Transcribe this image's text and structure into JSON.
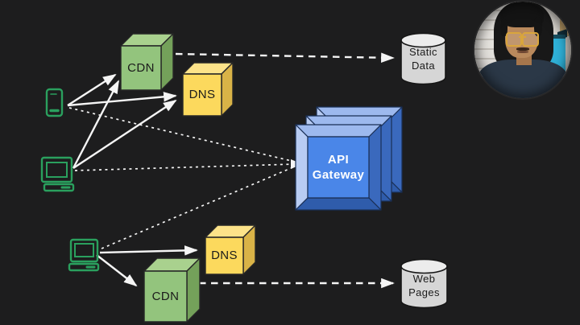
{
  "diagram": {
    "nodes": {
      "cdn_top": {
        "label": "CDN"
      },
      "dns_top": {
        "label": "DNS"
      },
      "cdn_bottom": {
        "label": "CDN"
      },
      "dns_bottom": {
        "label": "DNS"
      },
      "api_gateway": {
        "label_line1": "API",
        "label_line2": "Gateway"
      },
      "static_data": {
        "label_line1": "Static",
        "label_line2": "Data"
      },
      "web_pages": {
        "label_line1": "Web",
        "label_line2": "Pages"
      }
    },
    "devices": [
      {
        "id": "mobile-phone",
        "type": "smartphone"
      },
      {
        "id": "desktop-computer-1",
        "type": "computer"
      },
      {
        "id": "desktop-computer-2",
        "type": "computer"
      }
    ],
    "edges": [
      {
        "from": "mobile-phone",
        "to": "CDN (top)",
        "style": "solid-arrow"
      },
      {
        "from": "mobile-phone",
        "to": "DNS (top)",
        "style": "solid-arrow"
      },
      {
        "from": "desktop-computer-1",
        "to": "CDN (top)",
        "style": "solid-arrow"
      },
      {
        "from": "desktop-computer-1",
        "to": "DNS (top)",
        "style": "solid-arrow"
      },
      {
        "from": "mobile-phone",
        "to": "API Gateway",
        "style": "dashed"
      },
      {
        "from": "desktop-computer-1",
        "to": "API Gateway",
        "style": "dashed"
      },
      {
        "from": "desktop-computer-2",
        "to": "API Gateway",
        "style": "dashed"
      },
      {
        "from": "CDN (top)",
        "to": "Static Data",
        "style": "dashed-arrow"
      },
      {
        "from": "desktop-computer-2",
        "to": "DNS (bottom)",
        "style": "solid-arrow"
      },
      {
        "from": "desktop-computer-2",
        "to": "CDN (bottom)",
        "style": "solid-arrow"
      },
      {
        "from": "CDN (bottom)",
        "to": "Web Pages",
        "style": "dashed-arrow"
      }
    ]
  },
  "webcam": {
    "present": true
  },
  "colors": {
    "background": "#1d1d1e",
    "connector": "#f5f5f5",
    "cdn_front": "#93c47d",
    "cdn_top": "#a9d18e",
    "cdn_side": "#74a15a",
    "dns_front": "#fcd95d",
    "dns_top": "#fde389",
    "dns_side": "#d9b347",
    "api_center": "#4a86e8",
    "api_bevel_left": "#b8ccf3",
    "api_bevel_top": "#9db9ee",
    "api_bevel_right": "#3a69bd",
    "api_bevel_bottom": "#2f5cab",
    "api_outline": "#1a2f55",
    "cylinder_body": "#d6d6d6",
    "cylinder_top": "#ececec",
    "cylinder_outline": "#161616",
    "device_green": "#2aa05e",
    "label_dark": "#1b1b1b",
    "label_light": "#ffffff"
  }
}
